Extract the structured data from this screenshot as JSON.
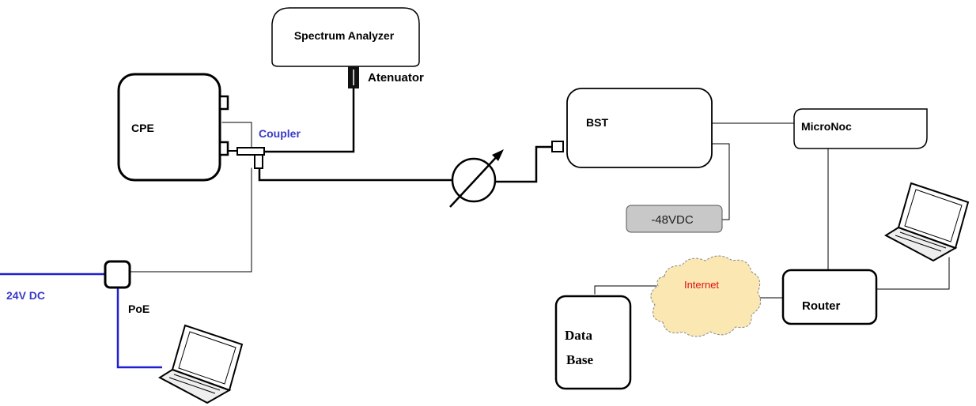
{
  "labels": {
    "spectrum_analyzer": "Spectrum Analyzer",
    "atenuator": "Atenuator",
    "cpe": "CPE",
    "coupler": "Coupler",
    "bst": "BST",
    "micronoc": "MicroNoc",
    "power_supply": "-48VDC",
    "internet": "Internet",
    "router": "Router",
    "database_line1": "Data",
    "database_line2": "Base",
    "dc_input": "24V DC",
    "poe": "PoE"
  },
  "colors": {
    "line": "#000000",
    "blue_label": "#3a3ac8",
    "blue_wire": "#1f1fd6",
    "cloud_fill": "#fbe7b2",
    "internet_text": "#e01010",
    "power_fill": "#c8c8c8"
  },
  "icons": [
    "attenuator-icon",
    "variable-attenuator-icon",
    "laptop-icon",
    "cloud-icon"
  ]
}
